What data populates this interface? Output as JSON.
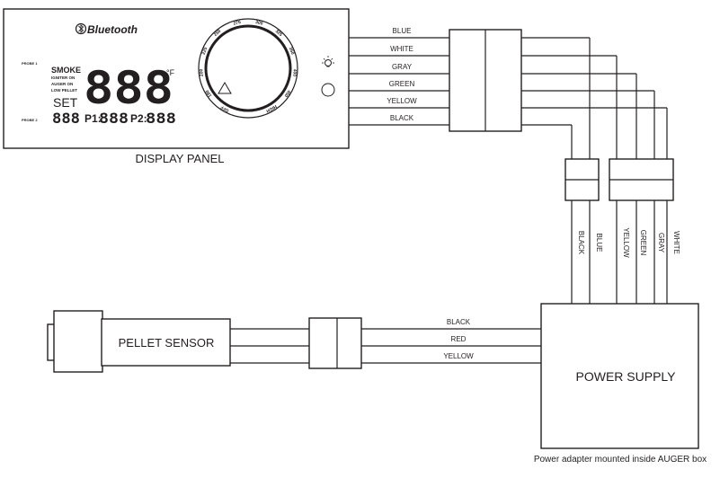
{
  "display_panel": {
    "title": "DISPLAY PANEL",
    "bluetooth_label": "Bluetooth",
    "probe1": "PROBE 1",
    "probe2": "PROBE 2",
    "status_lines": [
      "SMOKE",
      "IGNITER ON",
      "AUGER ON",
      "LOW PELLET"
    ],
    "set_label": "SET",
    "main_digits": "888",
    "unit": "°F",
    "small_digits": "888",
    "p1_label": "P1:",
    "p1_digits": "888",
    "p2_label": "P2:",
    "p2_digits": "888",
    "dial_marks": [
      "OFF",
      "180",
      "200",
      "225",
      "250",
      "275",
      "300",
      "325",
      "350",
      "400",
      "450",
      "HIGH"
    ]
  },
  "display_wires": [
    "BLUE",
    "WHITE",
    "GRAY",
    "GREEN",
    "YELLOW",
    "BLACK"
  ],
  "vertical_wires": [
    "BLACK",
    "BLUE",
    "YELLOW",
    "GREEN",
    "GRAY",
    "WHITE"
  ],
  "pellet_sensor": {
    "label": "PELLET SENSOR"
  },
  "sensor_wires": [
    "BLACK",
    "RED",
    "YELLOW"
  ],
  "power_supply": {
    "label": "POWER SUPPLY",
    "note": "Power adapter mounted inside AUGER box"
  }
}
